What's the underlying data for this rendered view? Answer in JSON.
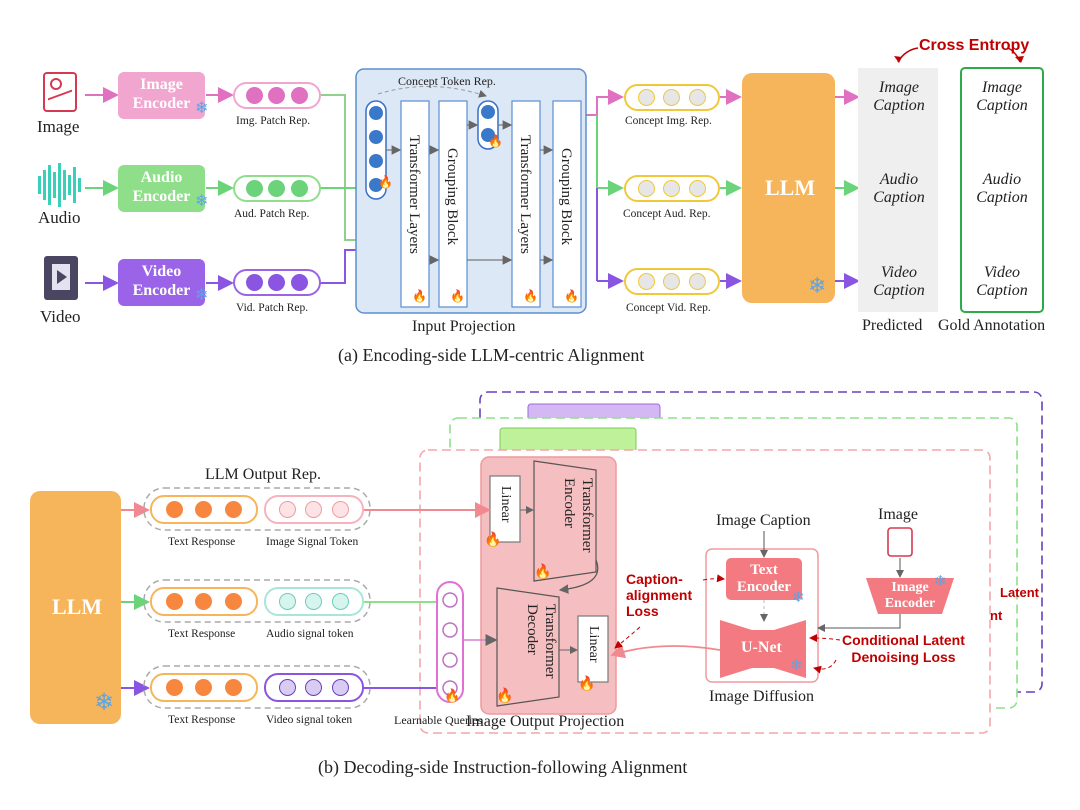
{
  "part_a": {
    "caption": "(a) Encoding-side LLM-centric Alignment",
    "modalities": [
      {
        "name": "Image",
        "icon": "image-icon",
        "encoder": [
          "Image",
          "Encoder"
        ],
        "patch": "Img. Patch Rep.",
        "concept": "Concept Img. Rep.",
        "color": "#f0a6cf"
      },
      {
        "name": "Audio",
        "icon": "audio-waveform-icon",
        "encoder": [
          "Audio",
          "Encoder"
        ],
        "patch": "Aud. Patch Rep.",
        "concept": "Concept Aud. Rep.",
        "color": "#8fdf8a"
      },
      {
        "name": "Video",
        "icon": "video-file-icon",
        "encoder": [
          "Video",
          "Encoder"
        ],
        "patch": "Vid. Patch Rep.",
        "concept": "Concept Vid. Rep.",
        "color": "#9a63e8"
      }
    ],
    "input_projection": {
      "title": "Input Projection",
      "concept_token": "Concept Token Rep.",
      "blocks": [
        "Transformer Layers",
        "Grouping Block",
        "Transformer Layers",
        "Grouping Block"
      ]
    },
    "llm": "LLM",
    "cross_entropy": "Cross Entropy",
    "predicted": {
      "label": "Predicted",
      "captions": [
        [
          "Image",
          "Caption"
        ],
        [
          "Audio",
          "Caption"
        ],
        [
          "Video",
          "Caption"
        ]
      ]
    },
    "gold": {
      "label": "Gold Annotation",
      "captions": [
        [
          "Image",
          "Caption"
        ],
        [
          "Audio",
          "Caption"
        ],
        [
          "Video",
          "Caption"
        ]
      ]
    }
  },
  "part_b": {
    "caption": "(b) Decoding-side Instruction-following Alignment",
    "llm": "LLM",
    "llm_output_rep": "LLM Output Rep.",
    "rows": [
      {
        "left": "Text Response",
        "right": "Image Signal Token",
        "signal_color": "#f6b3bd"
      },
      {
        "left": "Text Response",
        "right": "Audio signal token",
        "signal_color": "#a8e6d9"
      },
      {
        "left": "Text Response",
        "right": "Video signal token",
        "signal_color": "#b8a4e0"
      }
    ],
    "learnable_queries": "Learnable Queries",
    "output_projection": {
      "title": "Image Output Projection",
      "linear": "Linear",
      "encoder": "Transformer Encoder",
      "decoder": "Transformer Decoder"
    },
    "image_caption": "Image Caption",
    "image": "Image",
    "text_encoder": [
      "Text",
      "Encoder"
    ],
    "image_encoder": [
      "Image",
      "Encoder"
    ],
    "unet": "U-Net",
    "image_diffusion": "Image Diffusion",
    "caption_alignment_loss": [
      "Caption-",
      "alignment",
      "Loss"
    ],
    "conditional_loss": [
      "Conditional Latent",
      "Denoising Loss"
    ],
    "partial_back": [
      "Latent",
      "nt"
    ],
    "colors": {
      "orange": "#f6b55a",
      "pink": "#f29aa0",
      "red": "#c00000"
    }
  }
}
